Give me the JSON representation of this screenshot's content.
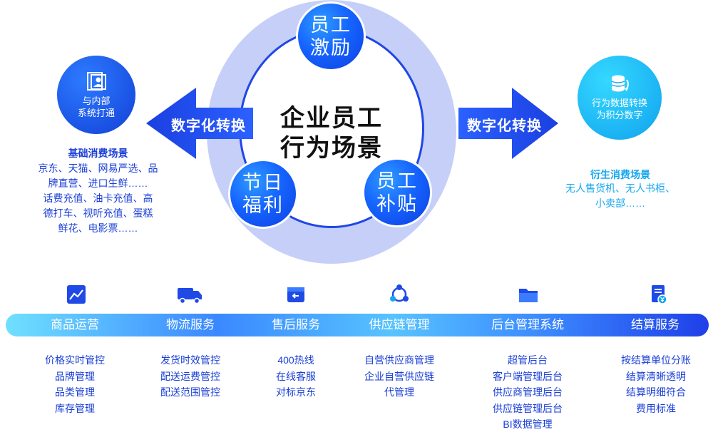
{
  "core": {
    "title_line1": "企业员工",
    "title_line2": "行为场景"
  },
  "bubbles": {
    "top": {
      "line1": "员工",
      "line2": "激励"
    },
    "left": {
      "line1": "节日",
      "line2": "福利"
    },
    "right": {
      "line1": "员工",
      "line2": "补贴"
    }
  },
  "arrows": {
    "left_label": "数字化转换",
    "right_label": "数字化转换"
  },
  "left_side": {
    "circle_line1": "与内部",
    "circle_line2": "系统打通",
    "title": "基础消费场景",
    "lines": [
      "京东、天猫、网易严选、品",
      "牌直营、进口生鲜……",
      "话费充值、油卡充值、高",
      "德打车、视听充值、蛋糕",
      "鲜花、电影票……"
    ]
  },
  "right_side": {
    "circle_line1": "行为数据转换",
    "circle_line2": "为积分数字",
    "title": "衍生消费场景",
    "lines": [
      "无人售货机、无人书柜、",
      "小卖部……"
    ]
  },
  "services": [
    {
      "label": "商品运营",
      "icon": "trend-chart-icon",
      "details": [
        "价格实时管控",
        "品牌管理",
        "品类管理",
        "库存管理"
      ]
    },
    {
      "label": "物流服务",
      "icon": "delivery-truck-icon",
      "details": [
        "发货时效管控",
        "配送运费管控",
        "配送范围管控"
      ]
    },
    {
      "label": "售后服务",
      "icon": "return-box-icon",
      "details": [
        "400热线",
        "在线客服",
        "对标京东"
      ]
    },
    {
      "label": "供应链管理",
      "icon": "network-nodes-icon",
      "details": [
        "自营供应商管理",
        "企业自营供应链",
        "代管理"
      ]
    },
    {
      "label": "后台管理系统",
      "icon": "folder-icon",
      "details": [
        "超管后台",
        "客户端管理后台",
        "供应商管理后台",
        "供应链管理后台",
        "BI数据管理"
      ]
    },
    {
      "label": "结算服务",
      "icon": "invoice-yen-icon",
      "details": [
        "按结算单位分账",
        "结算清晰透明",
        "结算明细符合",
        "费用标准"
      ]
    }
  ],
  "colors": {
    "primary": "#1a3fd6",
    "cyan": "#16a7ee",
    "ring": "#c6cff8"
  }
}
